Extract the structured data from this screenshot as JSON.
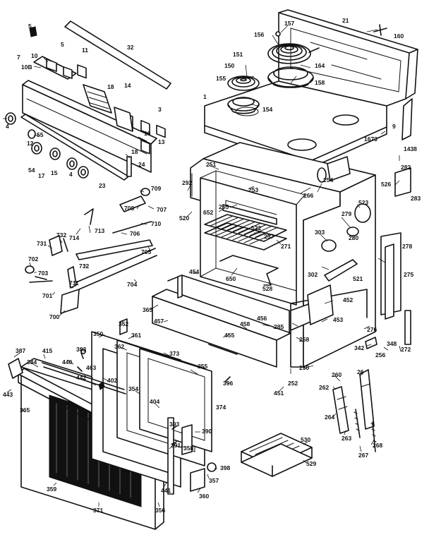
{
  "diagram": {
    "callouts": [
      {
        "id": "c5a",
        "label": "5"
      },
      {
        "id": "c157",
        "label": "157"
      },
      {
        "id": "c21",
        "label": "21"
      },
      {
        "id": "c160",
        "label": "160"
      },
      {
        "id": "c32",
        "label": "32"
      },
      {
        "id": "c5b",
        "label": "5"
      },
      {
        "id": "c11",
        "label": "11"
      },
      {
        "id": "c7",
        "label": "7"
      },
      {
        "id": "c10",
        "label": "10"
      },
      {
        "id": "c10b",
        "label": "10B"
      },
      {
        "id": "c156",
        "label": "156"
      },
      {
        "id": "c151",
        "label": "151"
      },
      {
        "id": "c150",
        "label": "150"
      },
      {
        "id": "c164",
        "label": "164"
      },
      {
        "id": "c155",
        "label": "155"
      },
      {
        "id": "c158",
        "label": "158"
      },
      {
        "id": "c1",
        "label": "1"
      },
      {
        "id": "c154",
        "label": "154"
      },
      {
        "id": "c18",
        "label": "18"
      },
      {
        "id": "c14",
        "label": "14"
      },
      {
        "id": "c3",
        "label": "3"
      },
      {
        "id": "c4a",
        "label": "4"
      },
      {
        "id": "c55",
        "label": "55"
      },
      {
        "id": "c16",
        "label": "16"
      },
      {
        "id": "c13",
        "label": "13"
      },
      {
        "id": "c9",
        "label": "9"
      },
      {
        "id": "c1673",
        "label": "1673"
      },
      {
        "id": "c1438",
        "label": "1438"
      },
      {
        "id": "c12",
        "label": "12"
      },
      {
        "id": "c18b",
        "label": "18"
      },
      {
        "id": "c24",
        "label": "24"
      },
      {
        "id": "c54",
        "label": "54"
      },
      {
        "id": "c17",
        "label": "17"
      },
      {
        "id": "c15",
        "label": "15"
      },
      {
        "id": "c4b",
        "label": "4"
      },
      {
        "id": "c23",
        "label": "23"
      },
      {
        "id": "c251",
        "label": "251"
      },
      {
        "id": "c292",
        "label": "292"
      },
      {
        "id": "c253",
        "label": "253"
      },
      {
        "id": "c254",
        "label": "254"
      },
      {
        "id": "c266",
        "label": "266"
      },
      {
        "id": "c282",
        "label": "282"
      },
      {
        "id": "c526",
        "label": "526"
      },
      {
        "id": "c283",
        "label": "283"
      },
      {
        "id": "c709",
        "label": "709"
      },
      {
        "id": "c708",
        "label": "708"
      },
      {
        "id": "c707",
        "label": "707"
      },
      {
        "id": "c710",
        "label": "710"
      },
      {
        "id": "c520",
        "label": "520"
      },
      {
        "id": "c652",
        "label": "652"
      },
      {
        "id": "c255",
        "label": "255"
      },
      {
        "id": "c523",
        "label": "523"
      },
      {
        "id": "c279",
        "label": "279"
      },
      {
        "id": "c303",
        "label": "303"
      },
      {
        "id": "c280",
        "label": "280"
      },
      {
        "id": "c522",
        "label": "522"
      },
      {
        "id": "c257",
        "label": "257"
      },
      {
        "id": "c271",
        "label": "271"
      },
      {
        "id": "c278",
        "label": "278"
      },
      {
        "id": "c713",
        "label": "713"
      },
      {
        "id": "c714",
        "label": "714"
      },
      {
        "id": "c706",
        "label": "706"
      },
      {
        "id": "c731",
        "label": "731"
      },
      {
        "id": "c732",
        "label": "732"
      },
      {
        "id": "c702",
        "label": "702"
      },
      {
        "id": "c705",
        "label": "705"
      },
      {
        "id": "c712",
        "label": "712"
      },
      {
        "id": "c703",
        "label": "703"
      },
      {
        "id": "c704",
        "label": "704"
      },
      {
        "id": "c701",
        "label": "701"
      },
      {
        "id": "c711",
        "label": "711"
      },
      {
        "id": "c700",
        "label": "700"
      },
      {
        "id": "c650",
        "label": "650"
      },
      {
        "id": "c528",
        "label": "528"
      },
      {
        "id": "c454",
        "label": "454"
      },
      {
        "id": "c302",
        "label": "302"
      },
      {
        "id": "c521",
        "label": "521"
      },
      {
        "id": "c275",
        "label": "275"
      },
      {
        "id": "c365",
        "label": "365"
      },
      {
        "id": "c457",
        "label": "457"
      },
      {
        "id": "c456",
        "label": "456"
      },
      {
        "id": "c285",
        "label": "285"
      },
      {
        "id": "c452",
        "label": "452"
      },
      {
        "id": "c453",
        "label": "453"
      },
      {
        "id": "c276",
        "label": "276"
      },
      {
        "id": "c352",
        "label": "352"
      },
      {
        "id": "c458",
        "label": "458"
      },
      {
        "id": "c350",
        "label": "350"
      },
      {
        "id": "c361",
        "label": "361"
      },
      {
        "id": "c455",
        "label": "455"
      },
      {
        "id": "c258",
        "label": "258"
      },
      {
        "id": "c342",
        "label": "342"
      },
      {
        "id": "c348",
        "label": "348"
      },
      {
        "id": "c256",
        "label": "256"
      },
      {
        "id": "c272",
        "label": "272"
      },
      {
        "id": "c362",
        "label": "362"
      },
      {
        "id": "c387",
        "label": "387"
      },
      {
        "id": "c415",
        "label": "415"
      },
      {
        "id": "c383",
        "label": "383"
      },
      {
        "id": "c373",
        "label": "373"
      },
      {
        "id": "c355",
        "label": "355"
      },
      {
        "id": "c250",
        "label": "250"
      },
      {
        "id": "c260",
        "label": "260"
      },
      {
        "id": "c26",
        "label": "26"
      },
      {
        "id": "c384",
        "label": "384"
      },
      {
        "id": "c440",
        "label": "440"
      },
      {
        "id": "c463",
        "label": "463"
      },
      {
        "id": "c442",
        "label": "442"
      },
      {
        "id": "c402",
        "label": "402"
      },
      {
        "id": "c354",
        "label": "354"
      },
      {
        "id": "c252",
        "label": "252"
      },
      {
        "id": "c451",
        "label": "451"
      },
      {
        "id": "c262",
        "label": "262"
      },
      {
        "id": "c443",
        "label": "443"
      },
      {
        "id": "c365b",
        "label": "365"
      },
      {
        "id": "c404",
        "label": "404"
      },
      {
        "id": "c374",
        "label": "374"
      },
      {
        "id": "c396",
        "label": "396"
      },
      {
        "id": "c264",
        "label": "264"
      },
      {
        "id": "c393",
        "label": "393"
      },
      {
        "id": "c390",
        "label": "390"
      },
      {
        "id": "c391",
        "label": "391"
      },
      {
        "id": "c358",
        "label": "358"
      },
      {
        "id": "c263",
        "label": "263"
      },
      {
        "id": "c268",
        "label": "268"
      },
      {
        "id": "c267",
        "label": "267"
      },
      {
        "id": "c530",
        "label": "530"
      },
      {
        "id": "c529",
        "label": "529"
      },
      {
        "id": "c398",
        "label": "398"
      },
      {
        "id": "c357",
        "label": "357"
      },
      {
        "id": "c441",
        "label": "441"
      },
      {
        "id": "c359",
        "label": "359"
      },
      {
        "id": "c360",
        "label": "360"
      },
      {
        "id": "c371",
        "label": "371"
      },
      {
        "id": "c356",
        "label": "356"
      }
    ]
  }
}
